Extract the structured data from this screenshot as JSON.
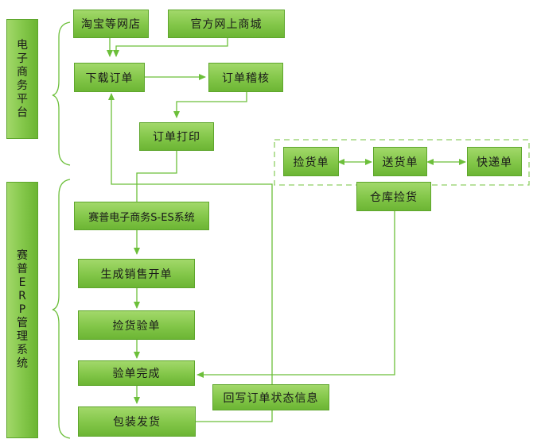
{
  "side_labels": {
    "ecommerce": "电子商务平台",
    "erp": "赛普ERP管理系统"
  },
  "boxes": {
    "taobao": "淘宝等网店",
    "official_mall": "官方网上商城",
    "download_order": "下载订单",
    "order_review": "订单稽核",
    "order_print": "订单打印",
    "pick_list": "捡货单",
    "delivery_list": "送货单",
    "express_list": "快递单",
    "warehouse_pick": "仓库捡货",
    "saip_system": "赛普电子商务S-ES系统",
    "sales_order": "生成销售开单",
    "pick_check": "捡货验单",
    "check_done": "验单完成",
    "writeback": "回写订单状态信息",
    "pack_ship": "包装发货"
  },
  "colors": {
    "box_fill": "#82c648",
    "box_border": "#5ea62c",
    "line": "#6cbf3a",
    "text": "#1a1a1a"
  }
}
